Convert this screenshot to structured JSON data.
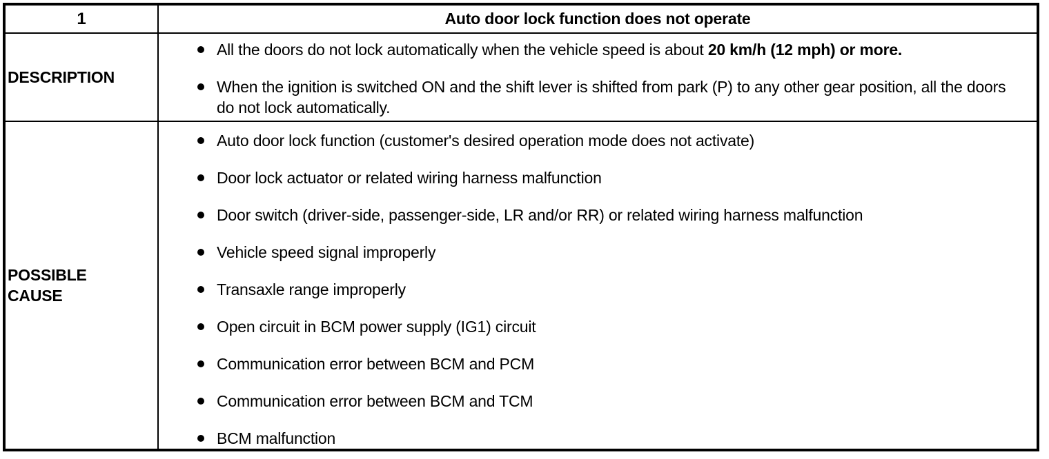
{
  "table": {
    "header": {
      "number": "1",
      "title": "Auto door lock function does not operate"
    },
    "description": {
      "label": "DESCRIPTION",
      "items": [
        {
          "text_before": "All the doors do not lock automatically when the vehicle speed is about ",
          "text_bold": "20 km/h (12 mph) or more.",
          "text_after": ""
        },
        {
          "text": "When the ignition is switched ON and the shift lever is shifted from park (P) to any other gear position, all the doors do not lock automatically."
        }
      ]
    },
    "possible_cause": {
      "label_lines": [
        "POSSIBLE",
        "CAUSE"
      ],
      "items": [
        "Auto door lock function (customer's desired operation mode does not activate)",
        "Door lock actuator or related wiring harness malfunction",
        "Door switch (driver-side, passenger-side, LR and/or RR) or related wiring harness malfunction",
        "Vehicle speed signal improperly",
        "Transaxle range improperly",
        "Open circuit in BCM power supply (IG1) circuit",
        "Communication error between BCM and PCM",
        "Communication error between BCM and TCM",
        "BCM malfunction"
      ]
    }
  }
}
